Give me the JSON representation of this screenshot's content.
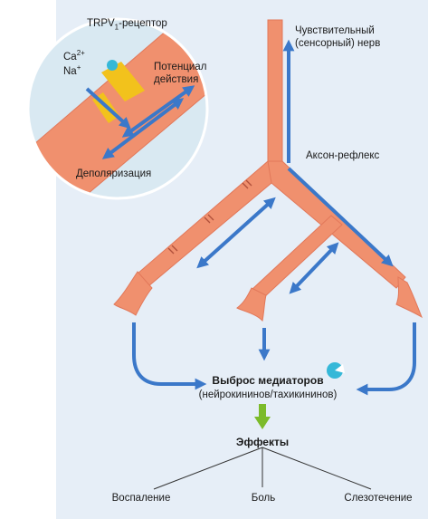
{
  "inset": {
    "receptor_label": "TRPV",
    "receptor_sub": "1",
    "receptor_suffix": "-рецептор",
    "ca_label": "Ca",
    "ca_sup": "2+",
    "na_label": "Na",
    "na_sup": "+",
    "action_potential": [
      "Потенциал",
      "действия"
    ],
    "depolarization": "Деполяризация"
  },
  "nerve": {
    "sensory_nerve": [
      "Чувствительный",
      "(сенсорный) нерв"
    ],
    "axon_reflex": "Аксон-рефлекс"
  },
  "release": {
    "title": "Выброс медиаторов",
    "subtitle": "(нейрокининов/тахикининов)"
  },
  "effects": {
    "title": "Эффекты",
    "items": [
      "Воспаление",
      "Боль",
      "Слезотечение"
    ]
  },
  "colors": {
    "nerve_fill": "#f0906e",
    "nerve_dark": "#e2785a",
    "arrow_blue": "#3b78c9",
    "arrow_green": "#7cbb2a",
    "receptor_yellow": "#f2c21c",
    "ion_cyan": "#36b8d8",
    "panel_bg": "#e6eef7",
    "inset_bg": "#d9e9f2"
  }
}
